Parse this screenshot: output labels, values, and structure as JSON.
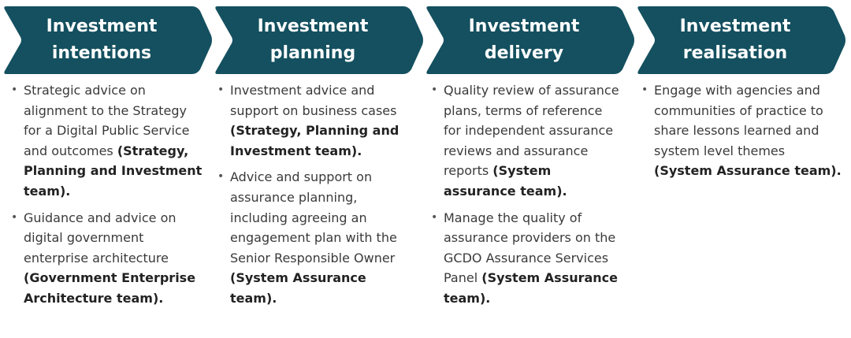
{
  "colors": {
    "chevron_fill": "#14505f",
    "text": "#3a3a3a",
    "title_text": "#ffffff"
  },
  "stages": [
    {
      "title": "Investment\nintentions",
      "items": [
        {
          "text": "Strategic advice on alignment to the Strategy for a Digital Public Service and outcomes ",
          "team": "(Strategy, Planning and Investment team)."
        },
        {
          "text": "Guidance and advice on digital government enterprise architecture ",
          "team": "(Government Enterprise Architecture team)."
        }
      ]
    },
    {
      "title": "Investment\nplanning",
      "items": [
        {
          "text": "Investment advice and support on business cases ",
          "team": "(Strategy, Planning and Investment team)."
        },
        {
          "text": "Advice and support on assurance planning, including agreeing an engagement plan with the Senior Responsible Owner ",
          "team": "(System Assurance team)."
        }
      ]
    },
    {
      "title": "Investment\ndelivery",
      "items": [
        {
          "text": "Quality review of assurance plans, terms of reference for independent assurance reviews and assurance reports ",
          "team": "(System assurance team)."
        },
        {
          "text": "Manage the quality of assurance providers on the GCDO Assurance Services Panel ",
          "team": "(System Assurance team)."
        }
      ]
    },
    {
      "title": "Investment\nrealisation",
      "items": [
        {
          "text": "Engage with agencies and communities of practice to share lessons learned and system level themes ",
          "team": "(System Assurance team)."
        }
      ]
    }
  ]
}
